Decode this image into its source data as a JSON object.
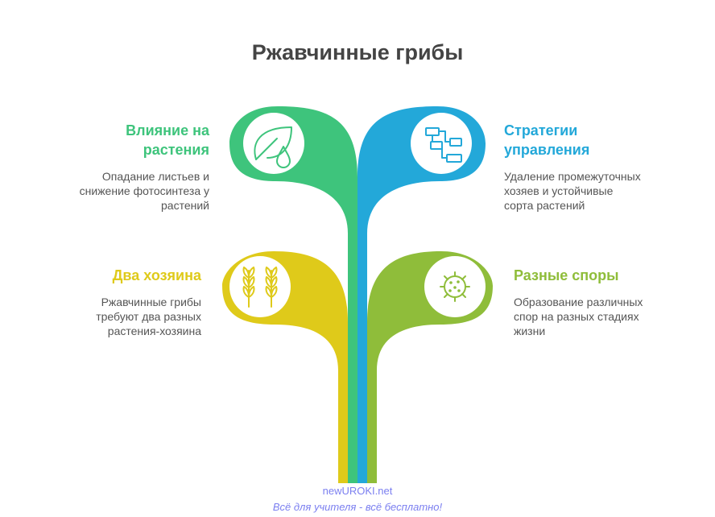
{
  "title": "Ржавчинные грибы",
  "colors": {
    "green": "#3ec47c",
    "blue": "#23a8d9",
    "yellow": "#dfca1a",
    "lime": "#8fbd3a",
    "text": "#555555",
    "watermark": "#7b7ff0"
  },
  "items": [
    {
      "heading": "Влияние на\nрастения",
      "description": "Опадание листьев и\nснижение фотосинтеза у\nрастений",
      "icon": "leaf-drop-icon",
      "color": "#3ec47c"
    },
    {
      "heading": "Стратегии\nуправления",
      "description": "Удаление промежуточных\nхозяев и устойчивые\nсорта растений",
      "icon": "flowchart-icon",
      "color": "#23a8d9"
    },
    {
      "heading": "Два хозяина",
      "description": "Ржавчинные грибы\nтребуют два разных\nрастения-хозяина",
      "icon": "wheat-icon",
      "color": "#dfca1a"
    },
    {
      "heading": "Разные споры",
      "description": "Образование различных\nспор на разных стадиях\nжизни",
      "icon": "spore-icon",
      "color": "#8fbd3a"
    }
  ],
  "watermark": {
    "site": "newUROKI.net",
    "tagline": "Всё для учителя - всё бесплатно!"
  }
}
